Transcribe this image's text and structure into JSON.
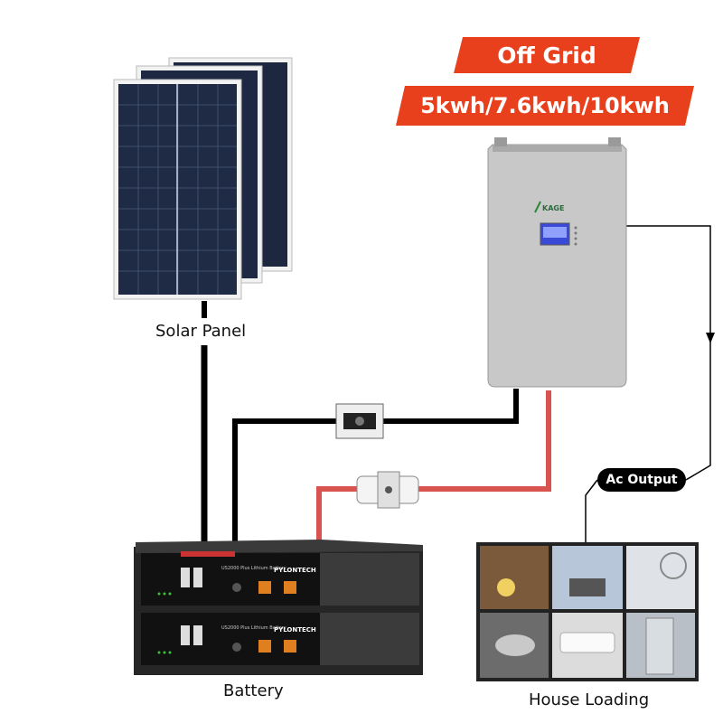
{
  "badges": {
    "off_grid": "Off Grid",
    "capacity": "5kwh/7.6kwh/10kwh",
    "badge_color": "#e8401c"
  },
  "labels": {
    "solar_panel": "Solar Panel",
    "battery": "Battery",
    "house_loading": "House Loading",
    "ac_output": "Ac Output"
  },
  "inverter": {
    "brand": "KAGE",
    "body_color": "#c8c8c8"
  },
  "battery_units": {
    "model_text": "US2000 Plus  Lithium Battery",
    "brand": "PYLONTECH"
  },
  "house_items": [
    "tea-cup-icon",
    "laptop-icon",
    "fan-icon",
    "food-icon",
    "air-conditioner-icon",
    "fridge-icon"
  ],
  "cables": {
    "dc_negative_color": "#000000",
    "dc_positive_color": "#d9534f"
  }
}
